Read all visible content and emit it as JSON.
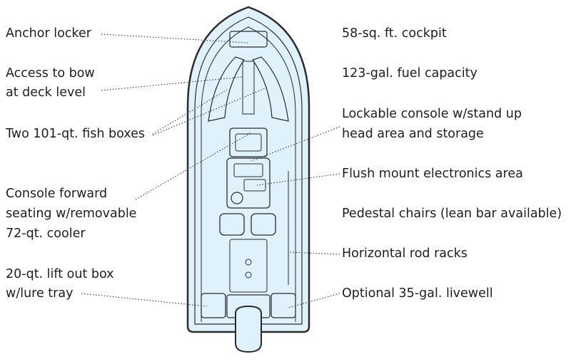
{
  "colors": {
    "hull_fill": "#dff1fb",
    "outline": "#2b2b2b",
    "leader": "#333333"
  },
  "callouts": {
    "anchor_locker": "Anchor locker",
    "access_bow_1": "Access to bow",
    "access_bow_2": "at deck level",
    "fish_boxes": "Two 101-qt. fish boxes",
    "console_fwd_1": "Console forward",
    "console_fwd_2": "seating w/removable",
    "console_fwd_3": "72-qt. cooler",
    "lift_box_1": "20-qt. lift out box",
    "lift_box_2": "w/lure tray",
    "cockpit": "58-sq. ft. cockpit",
    "fuel": "123-gal. fuel capacity",
    "console_1": "Lockable console w/stand up",
    "console_2": "head area and storage",
    "electronics": "Flush mount electronics area",
    "chairs": "Pedestal chairs (lean bar available)",
    "rod_racks": "Horizontal rod racks",
    "livewell": "Optional 35-gal. livewell"
  }
}
